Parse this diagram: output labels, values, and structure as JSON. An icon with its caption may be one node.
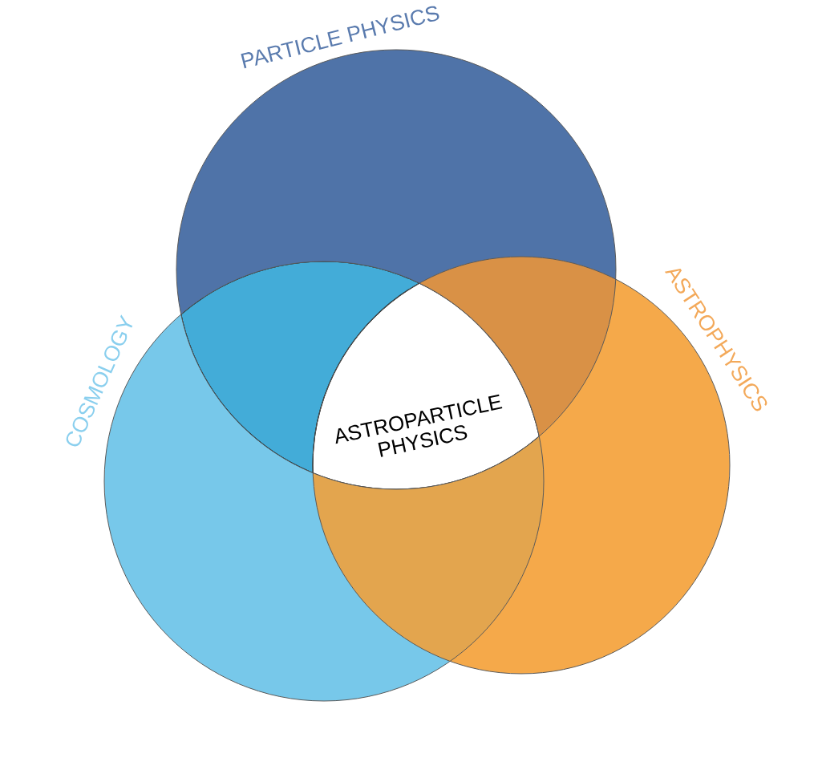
{
  "diagram": {
    "nodes": [
      {
        "text": [
          "PARTICLE PHYSICS"
        ]
      },
      {
        "text": [
          "COSMOLOGY"
        ]
      },
      {
        "text": [
          "ASTROPHYSICS"
        ]
      }
    ],
    "labels": [
      "ASTROPARTICLE PHYSICS"
    ]
  }
}
